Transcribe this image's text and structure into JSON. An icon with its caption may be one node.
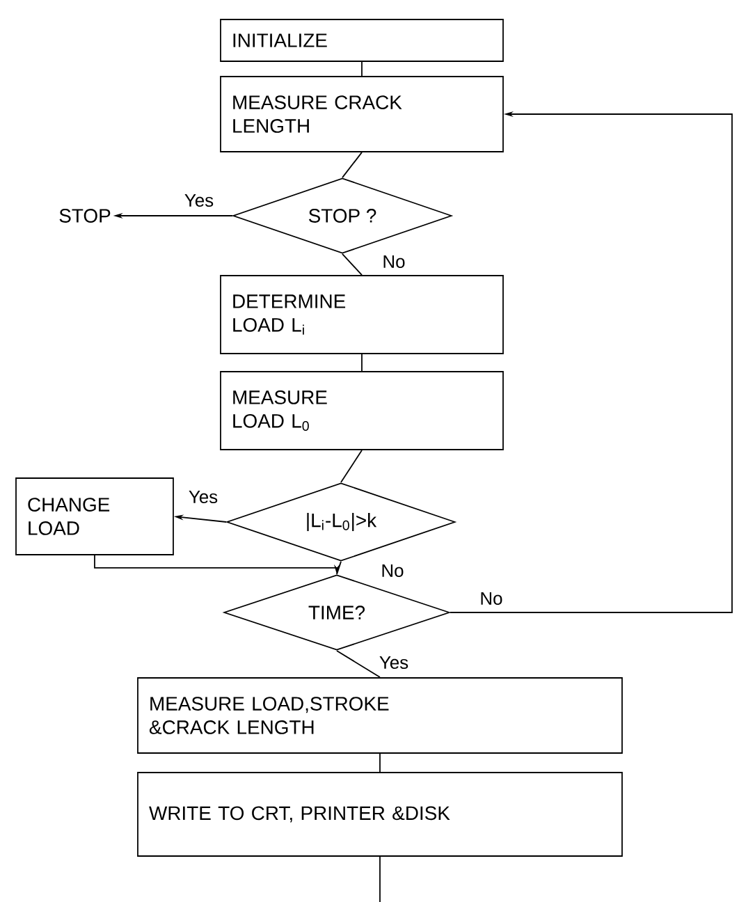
{
  "diagram": {
    "nodes": [
      {
        "text": [
          "INITIALIZE"
        ]
      },
      {
        "text": [
          "MEASURE CRACK LENGTH"
        ]
      },
      {
        "text": [
          "STOP ?"
        ]
      },
      {
        "text": [
          "STOP"
        ]
      },
      {
        "text": [
          "DETERMINE LOAD  L$_{i}$"
        ]
      },
      {
        "text": [
          "MEASURE LOAD  L$_{0}$"
        ]
      },
      {
        "text": [
          "|L$_{i}$-L$_{0}$|>k"
        ]
      },
      {
        "text": [
          "CHANGE LOAD"
        ]
      },
      {
        "text": [
          "TIME?"
        ]
      },
      {
        "text": [
          "MEASURE LOAD,STROKE &CRACK LENGTH"
        ]
      },
      {
        "text": [
          "WRITE TO CRT, PRINTER &DISK"
        ]
      }
    ],
    "edges": [
      {
        "from": 0,
        "to": 1,
        "arrow": "none"
      },
      {
        "from": 1,
        "to": 2,
        "arrow": "none"
      },
      {
        "from": 2,
        "to": 3,
        "arrow": "to",
        "label": "Yes"
      },
      {
        "from": 2,
        "to": 4,
        "arrow": "none",
        "label": "No"
      },
      {
        "from": 4,
        "to": 5,
        "arrow": "none"
      },
      {
        "from": 5,
        "to": 6,
        "arrow": "none"
      },
      {
        "from": 6,
        "to": 7,
        "arrow": "to",
        "label": "Yes"
      },
      {
        "from": 7,
        "to": 8,
        "arrow": "to"
      },
      {
        "from": 6,
        "to": 8,
        "arrow": "none",
        "label": "No"
      },
      {
        "from": 8,
        "to": 1,
        "arrow": "to",
        "label": "No"
      },
      {
        "from": 8,
        "to": 9,
        "arrow": "none",
        "label": "Yes"
      },
      {
        "from": 9,
        "to": 10,
        "arrow": "none"
      },
      {
        "from": 10,
        "to": null,
        "arrow": "none"
      }
    ]
  }
}
